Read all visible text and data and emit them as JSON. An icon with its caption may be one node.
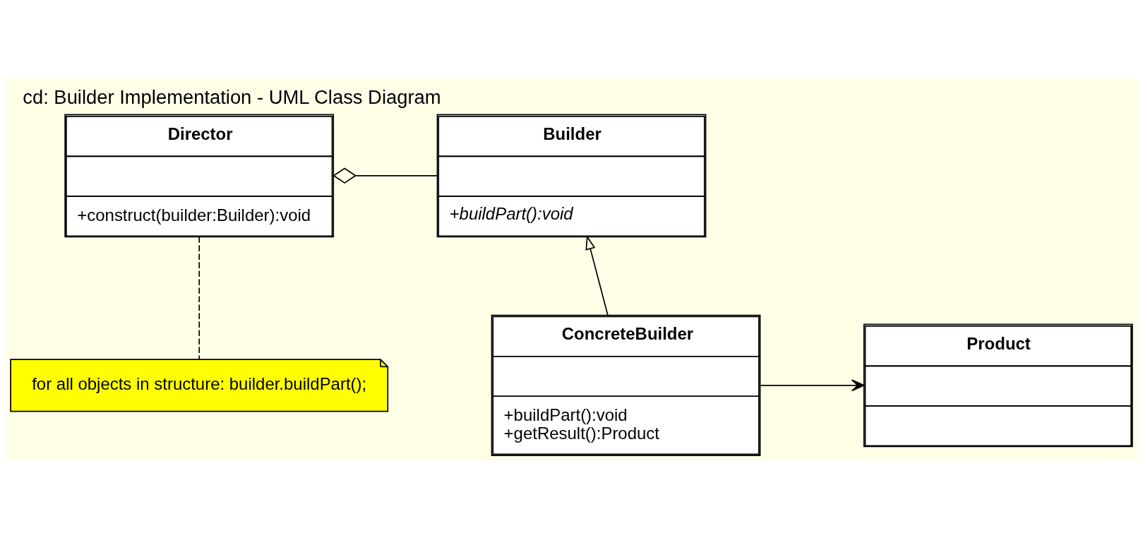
{
  "diagram": {
    "title": "cd: Builder Implementation - UML Class Diagram",
    "nodes": [
      {
        "text": [
          "Director",
          "+construct(builder:Builder):void"
        ]
      },
      {
        "text": [
          "Builder",
          "+buildPart():void"
        ]
      },
      {
        "text": [
          "for all objects in structure: builder.buildPart();"
        ]
      },
      {
        "text": [
          "ConcreteBuilder",
          "+buildPart():void",
          "+getResult():Product"
        ]
      },
      {
        "text": [
          "Product"
        ]
      }
    ],
    "edges": [
      {
        "from": 0,
        "to": 1,
        "arrow": "other"
      },
      {
        "from": 0,
        "to": 2,
        "arrow": "none",
        "style": "dashed"
      },
      {
        "from": 3,
        "to": 1,
        "arrow": "to"
      },
      {
        "from": 3,
        "to": 4,
        "arrow": "to"
      }
    ]
  }
}
